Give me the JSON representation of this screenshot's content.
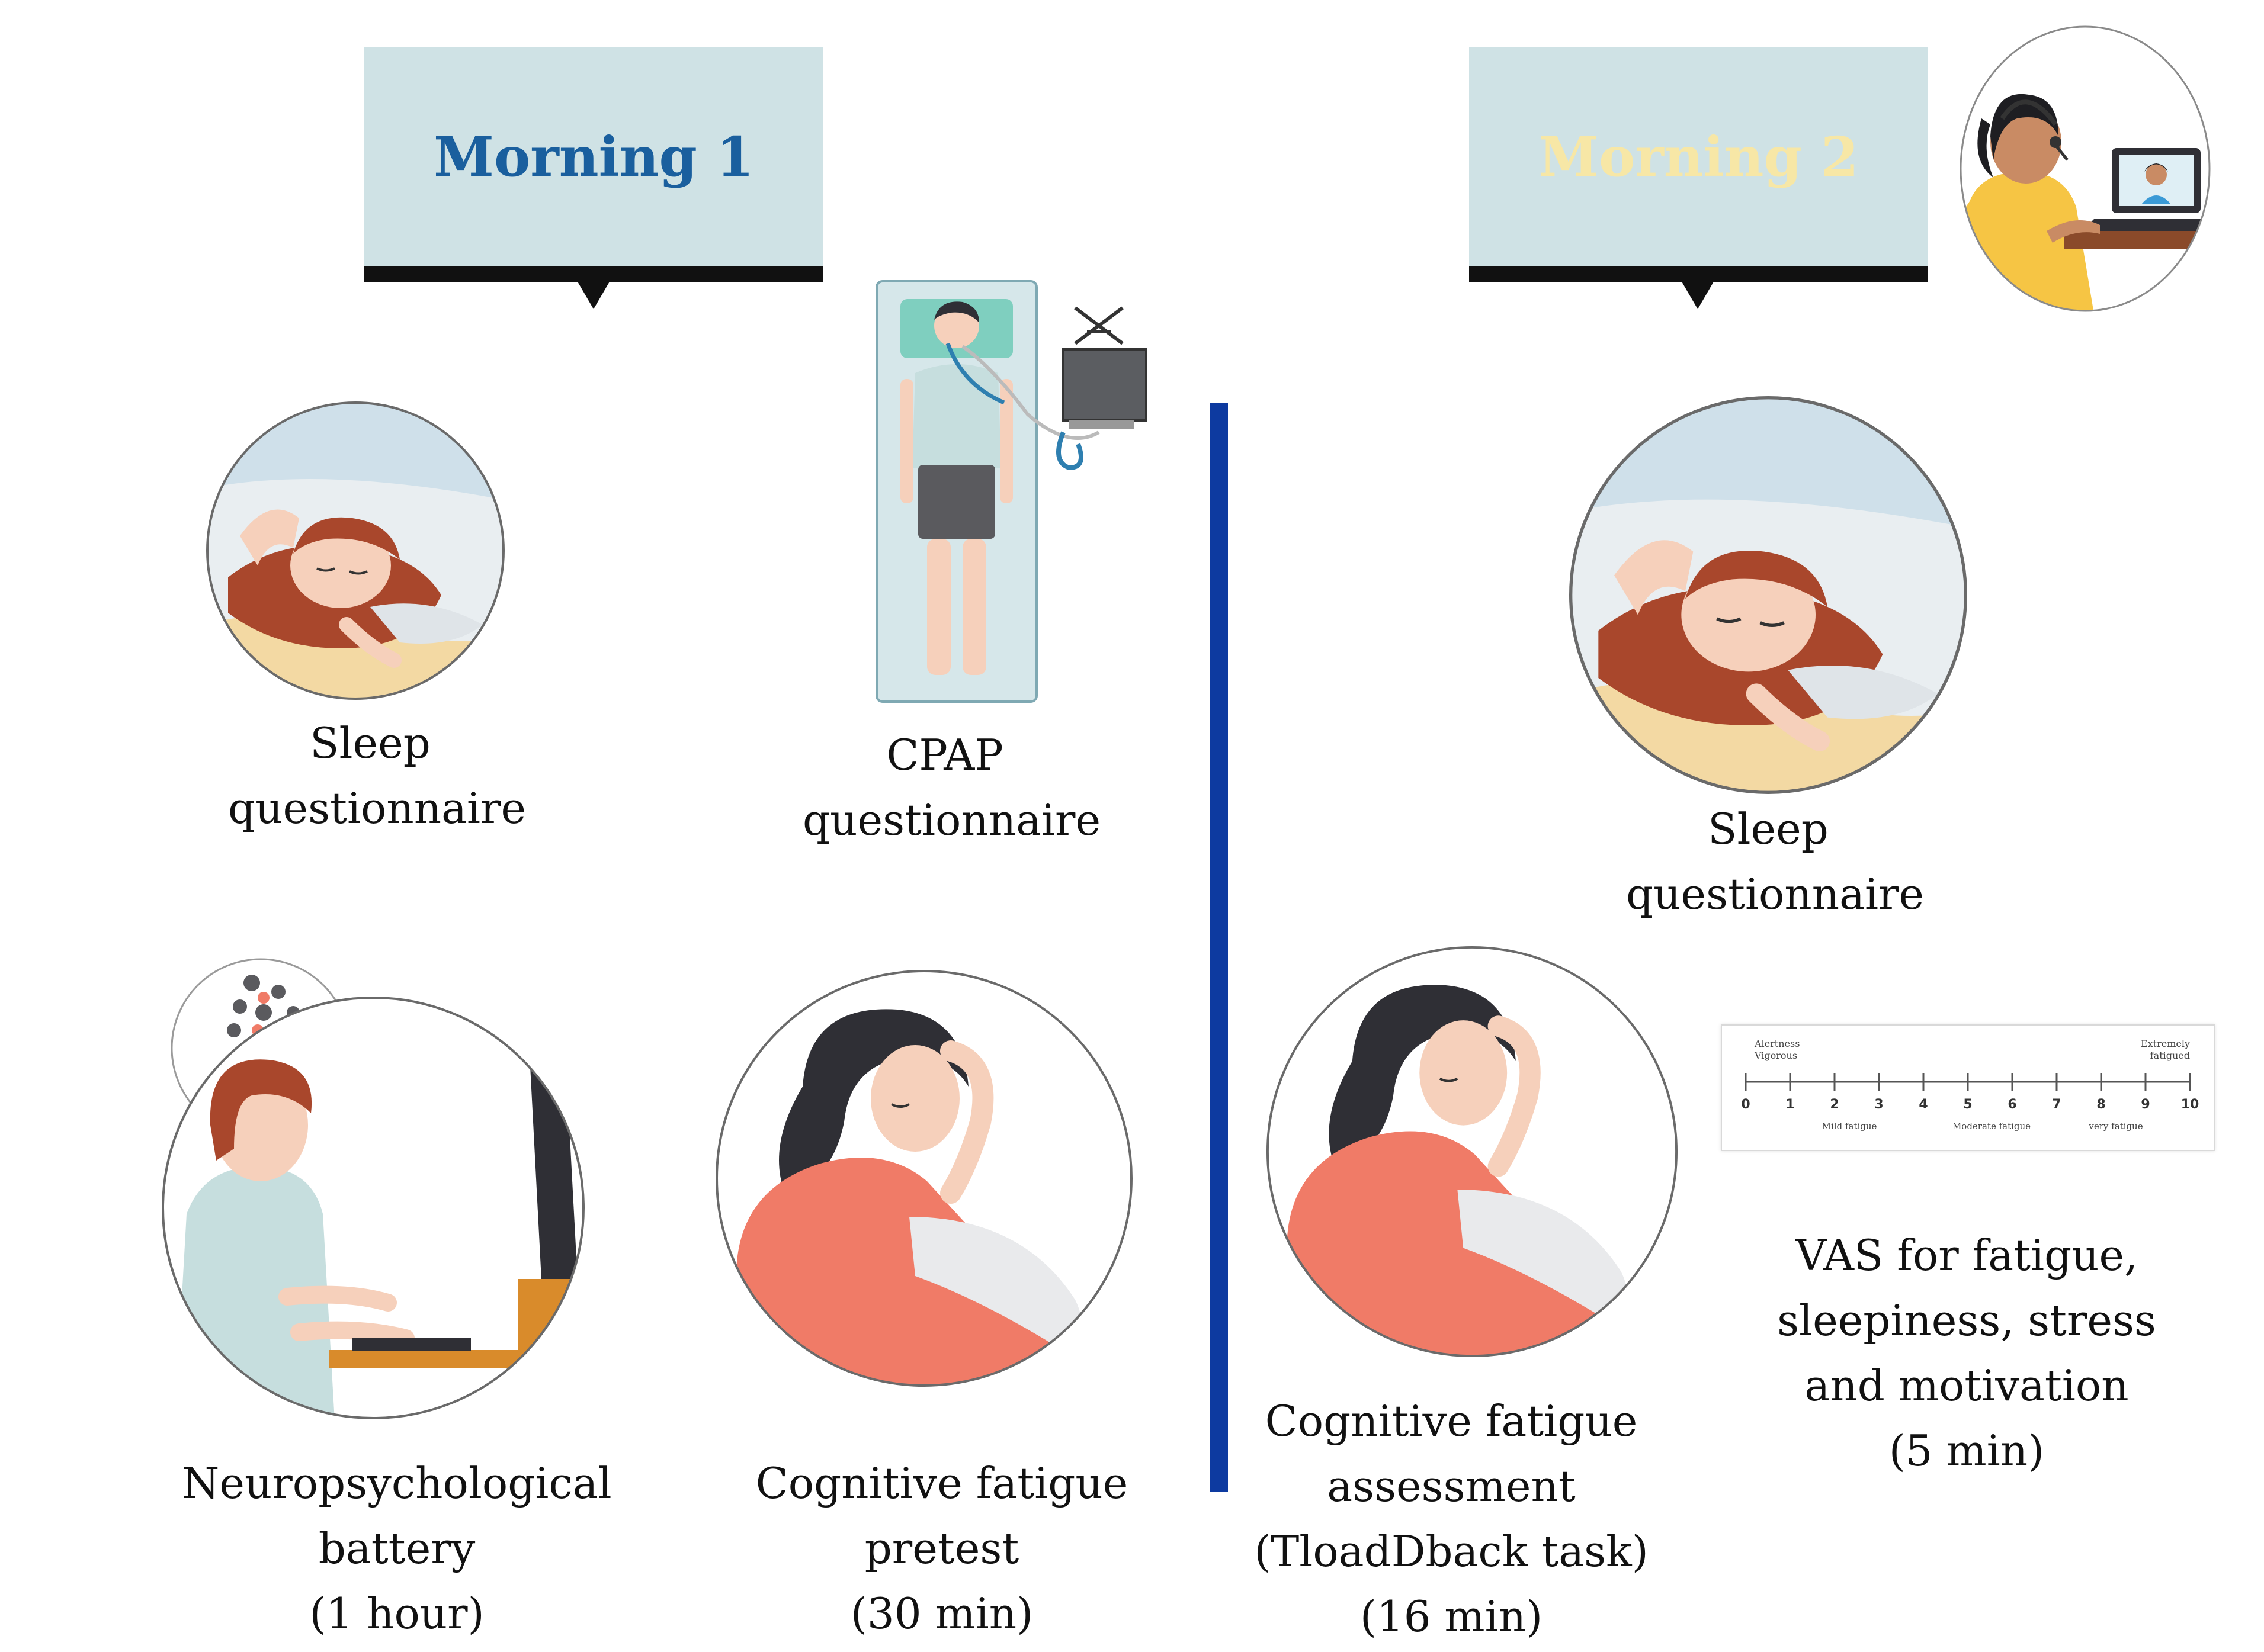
{
  "morning1": {
    "header": "Morning 1",
    "header_color": "#1a5f9e",
    "sleep": {
      "line1": "Sleep",
      "line2": "questionnaire"
    },
    "cpap": {
      "line1": "CPAP",
      "line2": "questionnaire"
    },
    "neuro": {
      "line1": "Neuropsychological",
      "line2": "battery",
      "line3": "(1 hour)"
    },
    "pretest": {
      "line1": "Cognitive fatigue",
      "line2": "pretest",
      "line3": "(30 min)"
    }
  },
  "morning2": {
    "header": "Morning 2",
    "header_color": "#f7e7a6",
    "sleep": {
      "line1": "Sleep",
      "line2": "questionnaire"
    },
    "assessment": {
      "line1": "Cognitive fatigue",
      "line2": "assessment",
      "line3": "(TloadDback task)",
      "line4": "(16 min)"
    },
    "vas": {
      "line1": "VAS for fatigue,",
      "line2": "sleepiness, stress",
      "line3": "and motivation",
      "line4": "(5 min)"
    }
  },
  "vas_scale": {
    "left_top": "Alertness",
    "left_bottom": "Vigorous",
    "right_top": "Extremely",
    "right_bottom": "fatigued",
    "ticks": [
      "0",
      "1",
      "2",
      "3",
      "4",
      "5",
      "6",
      "7",
      "8",
      "9",
      "10"
    ],
    "labels": [
      "Mild fatigue",
      "Moderate fatigue",
      "very fatigue"
    ]
  },
  "colors": {
    "header_fill": "#cfe2e5",
    "divider": "#0d3aa0",
    "skin": "#f6d0bb",
    "hair_red": "#a9472c",
    "hair_dark": "#2f2f35",
    "sweater": "#f07b67",
    "pillow": "#e9eef1",
    "sky": "#cfe0ea",
    "blanket": "#f3d9a3"
  },
  "icons": [
    "sleeping-woman-icon",
    "cpap-patient-icon",
    "computer-user-icon",
    "fatigued-woman-icon",
    "video-call-icon"
  ]
}
